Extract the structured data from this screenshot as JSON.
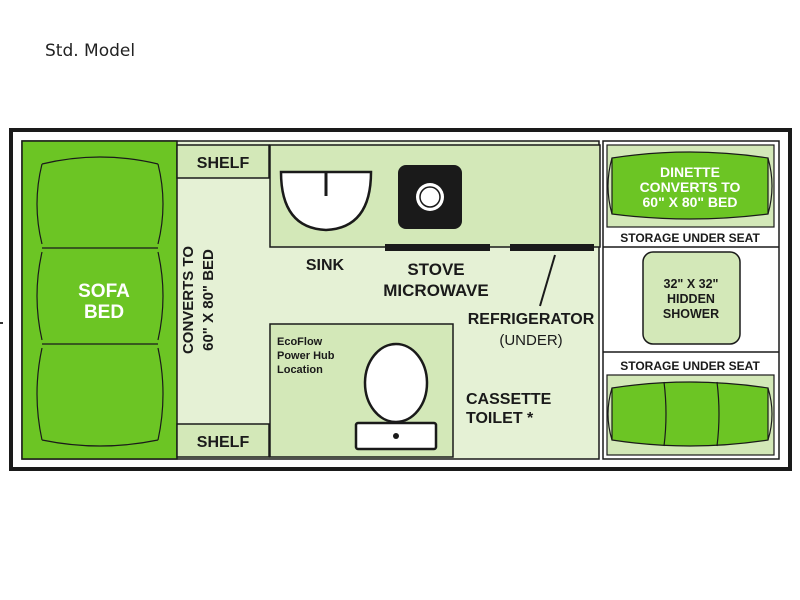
{
  "header": {
    "model": "Std. Model"
  },
  "colors": {
    "outline": "#1a1a1a",
    "green": "#6cc524",
    "light_green": "#e5f1d5",
    "mid_green": "#d3e8b8"
  },
  "labels": {
    "shelf_top": "SHELF",
    "shelf_bottom": "SHELF",
    "sofa_line1": "SOFA",
    "sofa_line2": "BED",
    "converts_line1": "CONVERTS TO",
    "converts_line2": "60\" X 80\" BED",
    "sink": "SINK",
    "stove_line1": "STOVE",
    "stove_line2": "MICROWAVE",
    "refrigerator": "REFRIGERATOR",
    "refrigerator_sub": "(UNDER)",
    "ecoflow_line1": "EcoFlow",
    "ecoflow_line2": "Power Hub",
    "ecoflow_line3": "Location",
    "toilet_line1": "CASSETTE",
    "toilet_line2": "TOILET *",
    "dinette_line1": "DINETTE",
    "dinette_line2": "CONVERTS TO",
    "dinette_line3": "60\" X 80\" BED",
    "storage_top": "STORAGE UNDER SEAT",
    "storage_bottom": "STORAGE UNDER SEAT",
    "shower_line1": "32\" X 32\"",
    "shower_line2": "HIDDEN",
    "shower_line3": "SHOWER"
  }
}
